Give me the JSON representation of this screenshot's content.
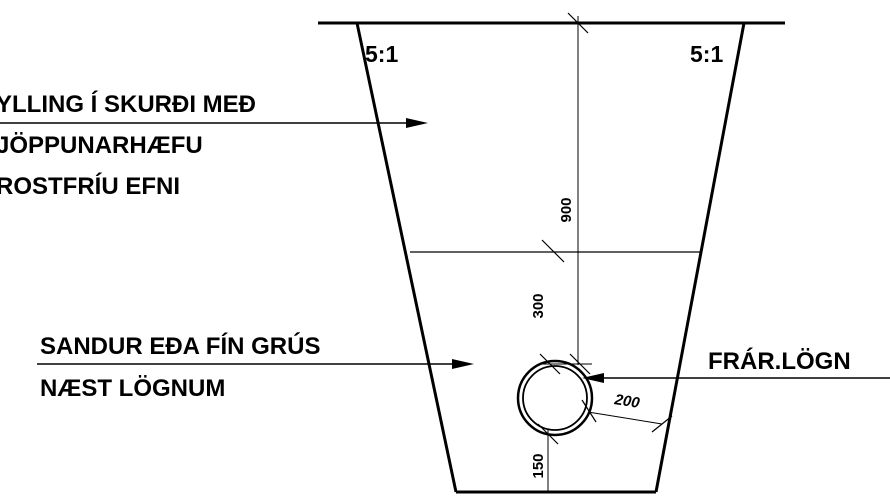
{
  "slopes": {
    "left": "5:1",
    "right": "5:1"
  },
  "labels": {
    "fill_line_1": "YLLING Í SKURÐI MEÐ",
    "fill_line_2": "JÖPPUNARHÆFU",
    "fill_line_3": "ROSTFRÍU EFNI",
    "bedding_line_1": "SANDUR EÐA FÍN GRÚS",
    "bedding_line_2": "NÆST LÖGNUM",
    "pipe": "FRÁR.LÖGN"
  },
  "dimensions": {
    "cover_depth": "900",
    "bedding_above_pipe": "300",
    "side_clearance": "200",
    "bedding_below_pipe": "150"
  },
  "colors": {
    "line": "#000000",
    "background": "#ffffff"
  }
}
